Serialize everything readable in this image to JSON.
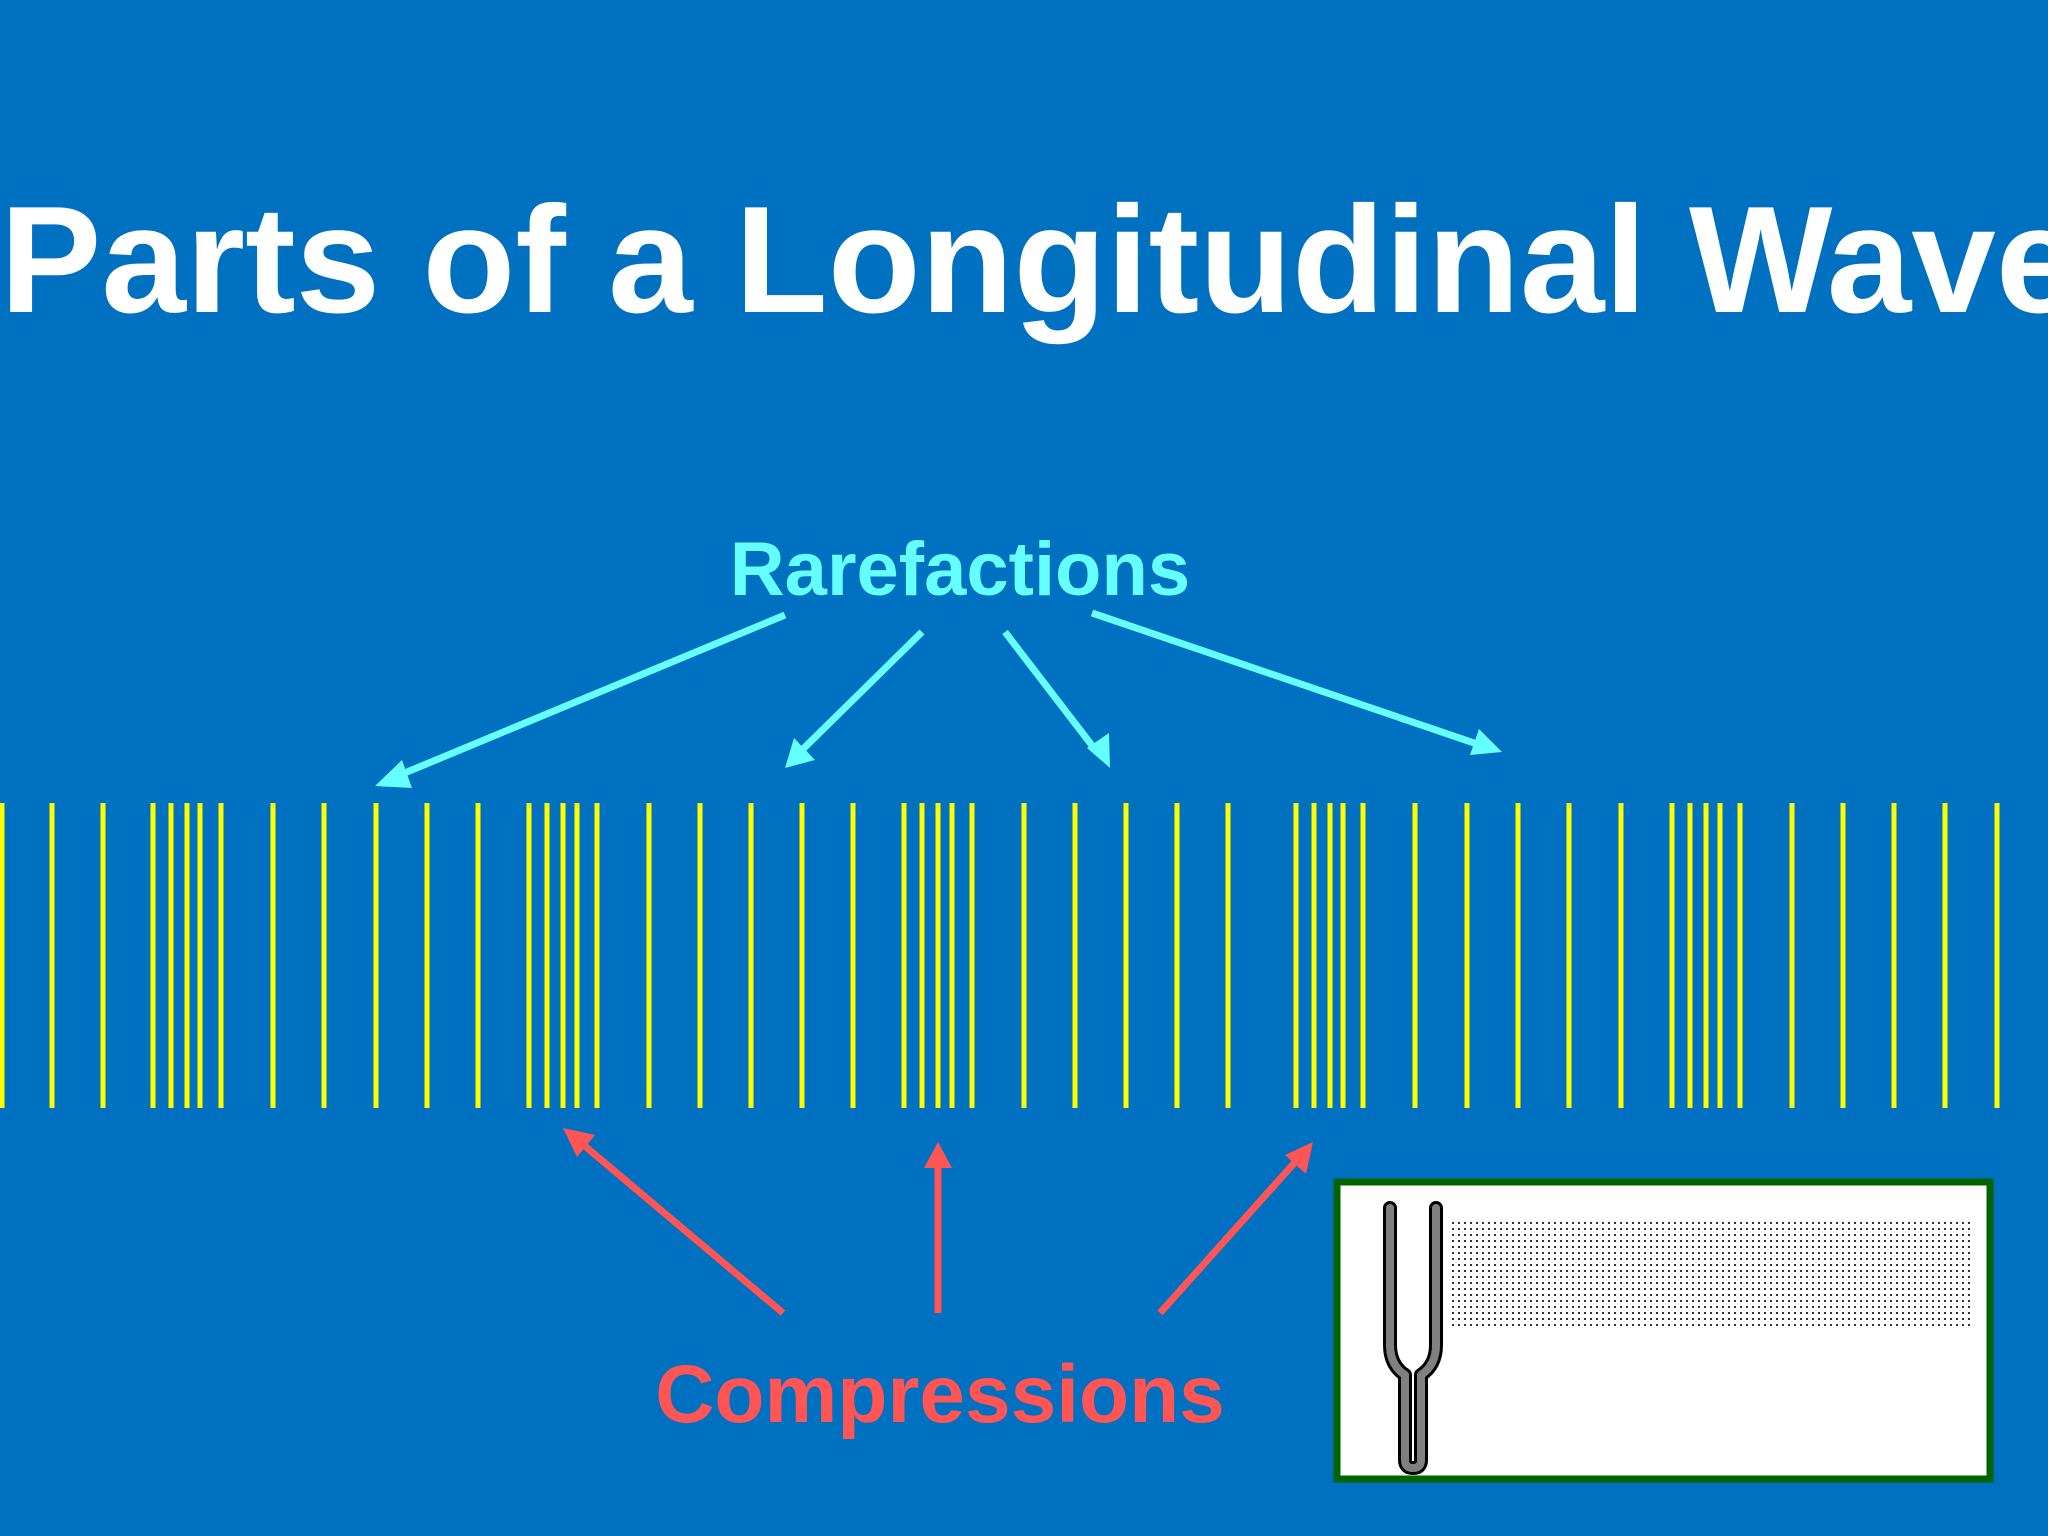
{
  "title": "Parts of a Longitudinal Wave",
  "labels": {
    "rarefactions": "Rarefactions",
    "compressions": "Compressions"
  },
  "colors": {
    "background": "#0070C0",
    "title": "#FFFFFF",
    "rarefaction": "#66FFFF",
    "compression": "#FF5555",
    "wave_lines": "#FFFF00",
    "inset_border": "#006400",
    "inset_fill": "#FFFFFF",
    "fork": "#808080"
  },
  "icons": {
    "inset": "tuning-fork-icon"
  }
}
